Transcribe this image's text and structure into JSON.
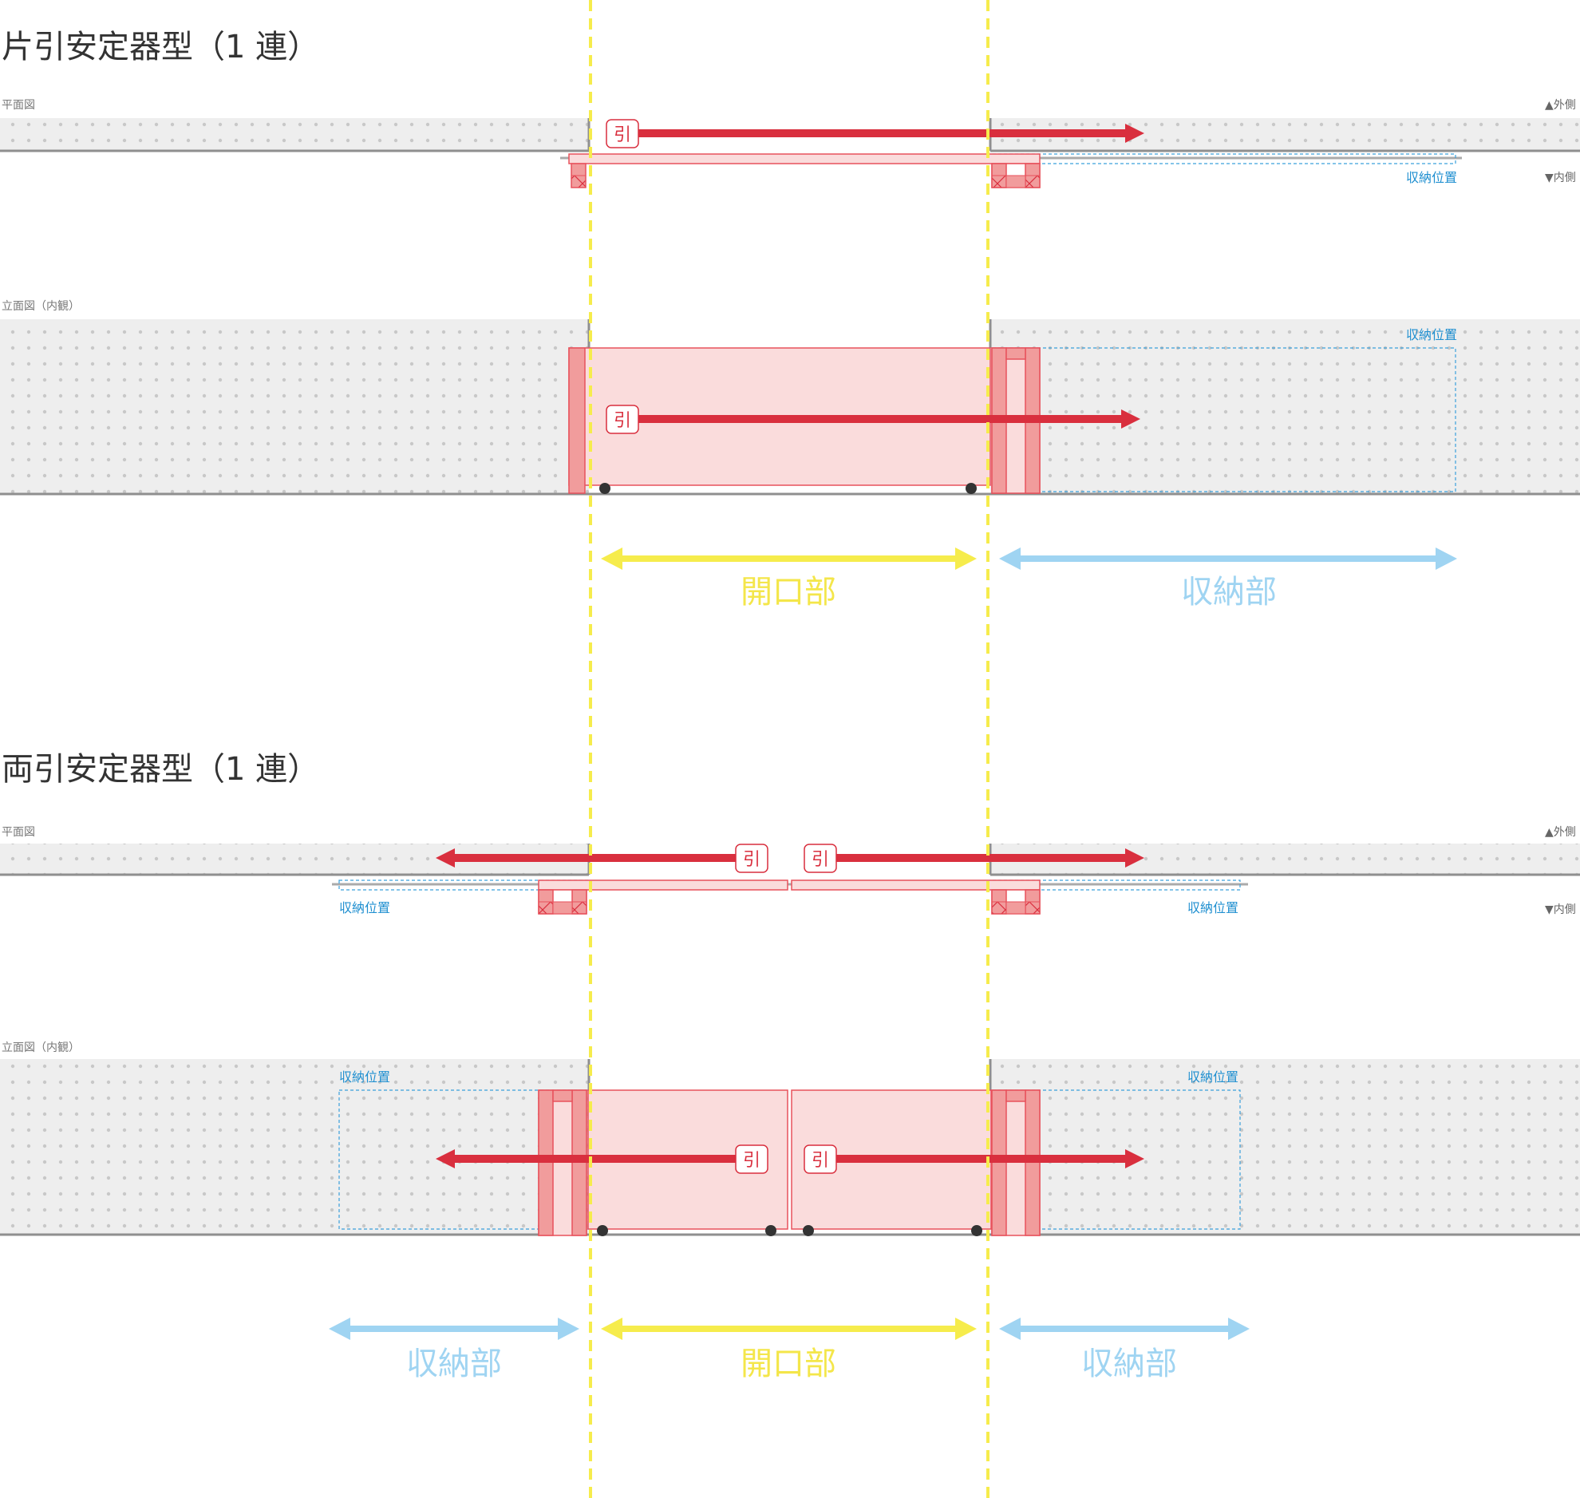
{
  "sections": [
    {
      "title": "片引安定器型（1 連）",
      "plan_label": "平面図",
      "elevation_label": "立面図（内観）",
      "outside_label": "▲外側",
      "inside_label": "▼内側",
      "pull_label": "引",
      "storage_position_label": "収納位置",
      "dimension_labels": [
        "開口部",
        "収納部"
      ]
    },
    {
      "title": "両引安定器型（1 連）",
      "plan_label": "平面図",
      "elevation_label": "立面図（内観）",
      "outside_label": "▲外側",
      "inside_label": "▼内側",
      "pull_label": "引",
      "storage_position_label": "収納位置",
      "dimension_labels": [
        "収納部",
        "開口部",
        "収納部"
      ]
    }
  ],
  "colors": {
    "wall": "#eeeeee",
    "wall_dot": "#c8c8c8",
    "wall_line": "#8f8f8f",
    "gate_fill": "#fadcdc",
    "gate_stroke": "#e8525c",
    "post_fill": "#f19c9c",
    "arrow": "#d92f3e",
    "opening_guide": "#f6ec4c",
    "storage_dashed": "#3aa0dc",
    "storage_arrow": "#9fd4f2"
  }
}
